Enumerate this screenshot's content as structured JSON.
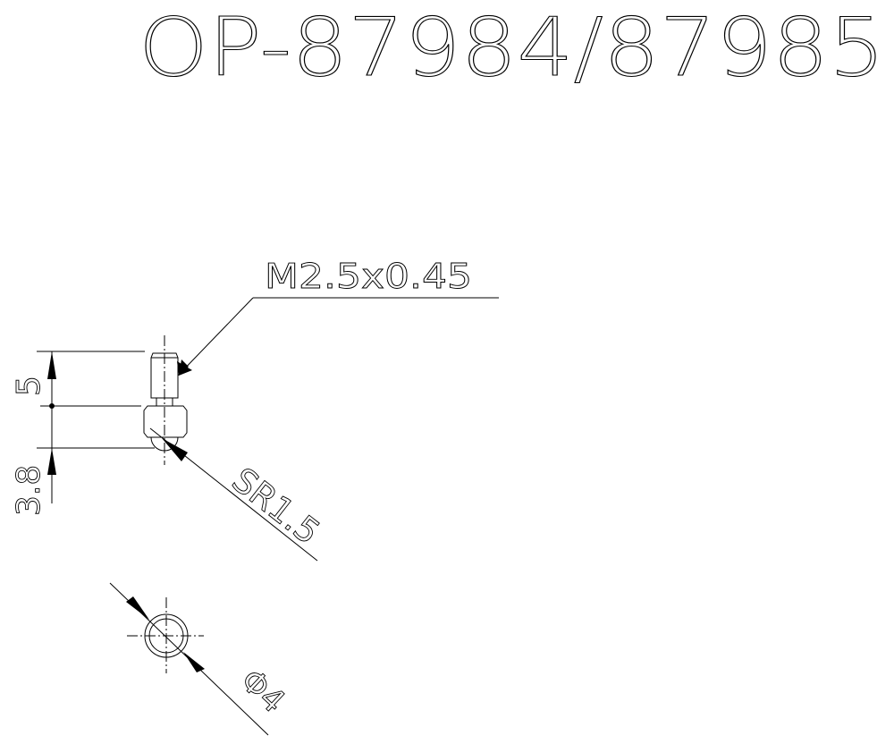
{
  "drawing": {
    "title": "OP-87984/87985",
    "annotations": {
      "thread": "M2.5x0.45",
      "sphere_radius": "SR1.5",
      "diameter": "Φ4"
    },
    "dimensions": {
      "upper_length": "5",
      "lower_length": "3.8"
    },
    "line_color": "#000000",
    "background": "#ffffff"
  }
}
